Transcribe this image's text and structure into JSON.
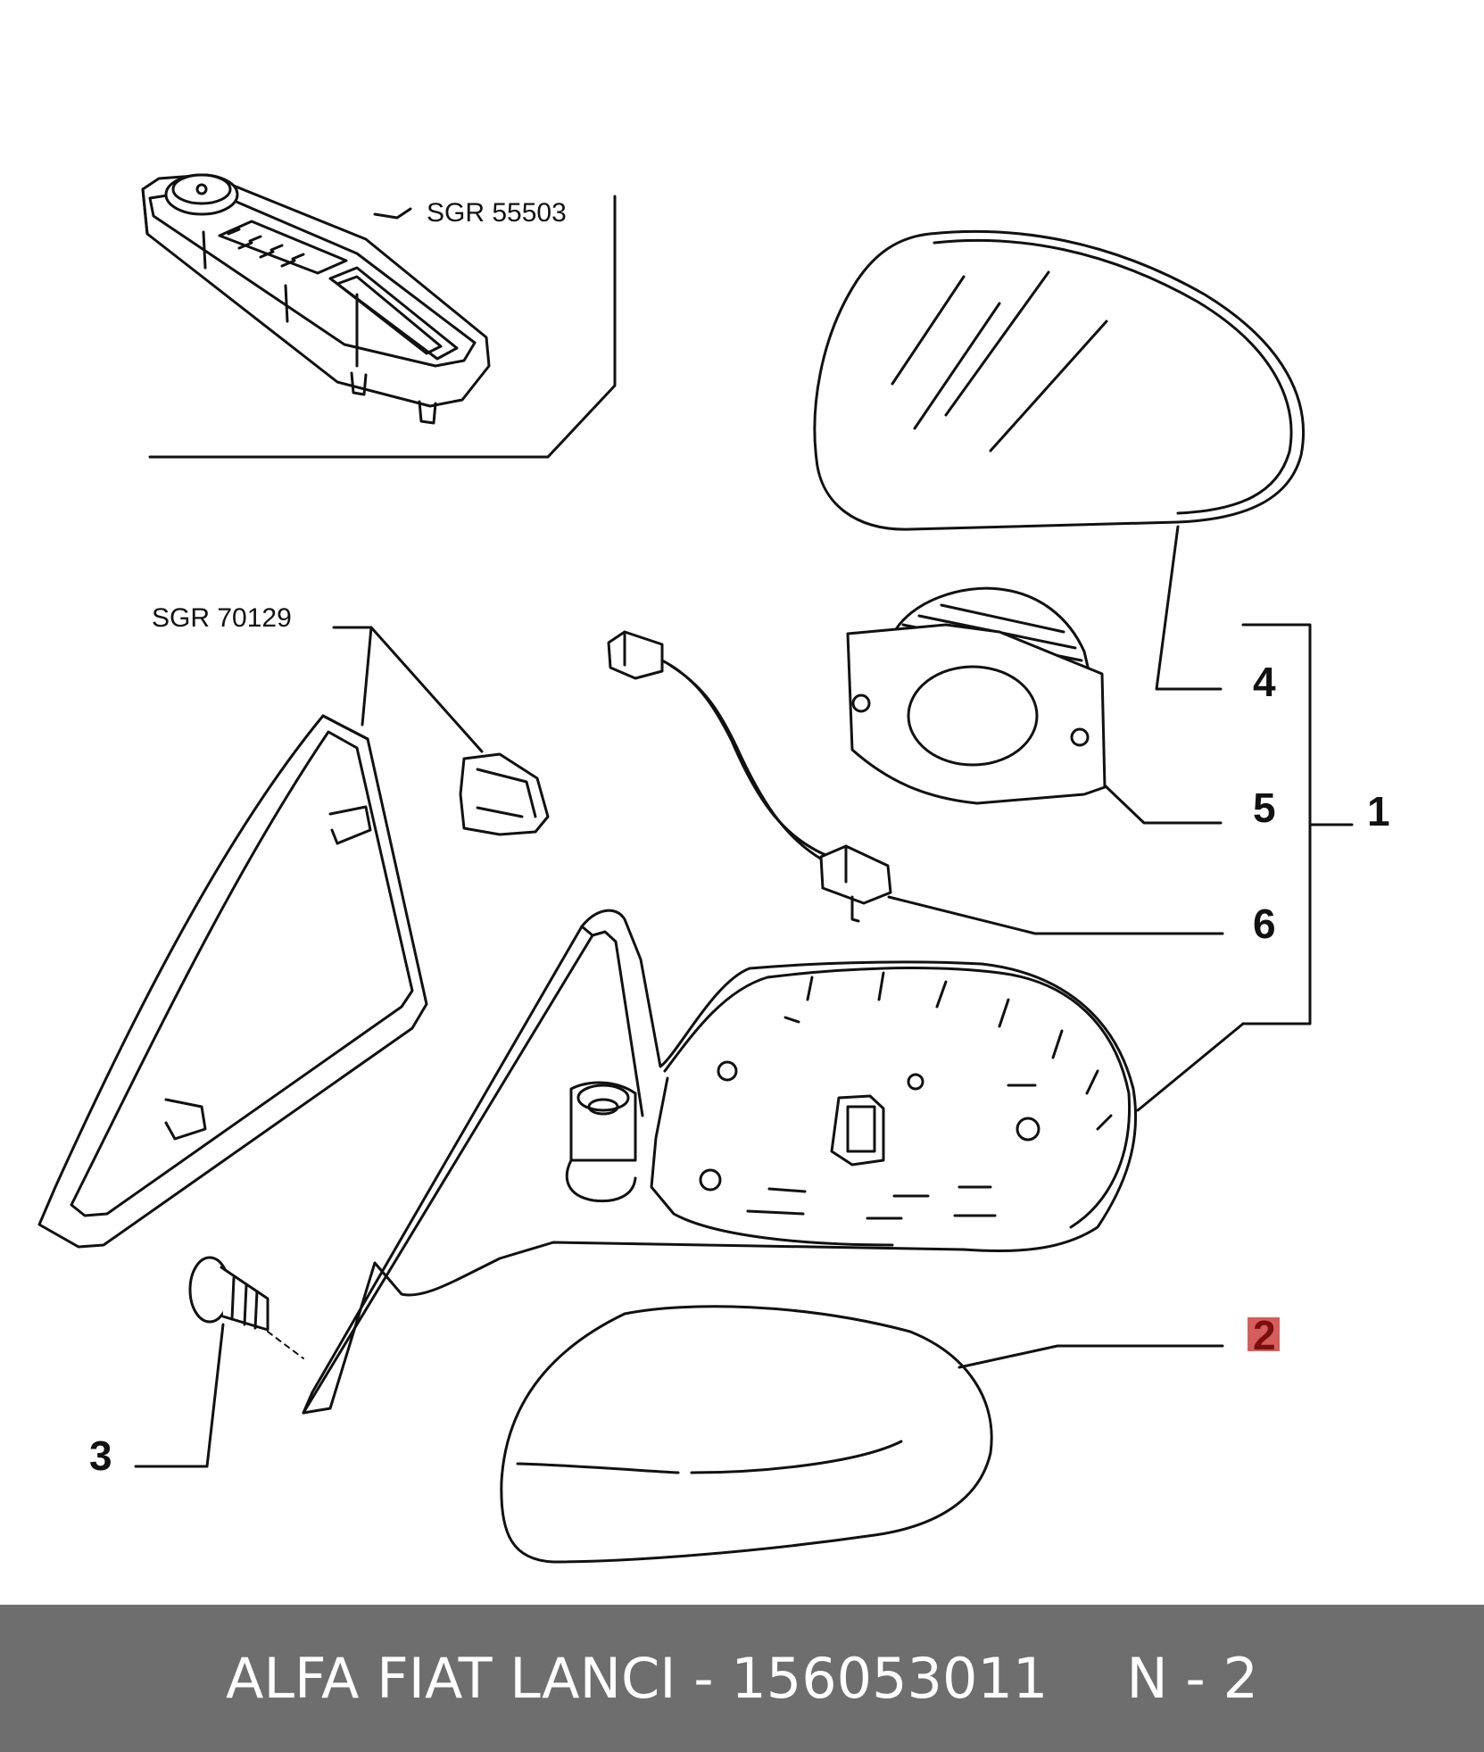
{
  "diagram": {
    "refs": {
      "sgr_top": "SGR 55503",
      "sgr_left": "SGR 70129"
    },
    "callouts": {
      "c1": "1",
      "c2": "2",
      "c3": "3",
      "c4": "4",
      "c5": "5",
      "c6": "6"
    },
    "highlight_color": "#d04040"
  },
  "footer": {
    "part_text": "ALFA FIAT LANCI - 156053011",
    "page_text": "N - 2",
    "background": "#6e6e6e"
  }
}
